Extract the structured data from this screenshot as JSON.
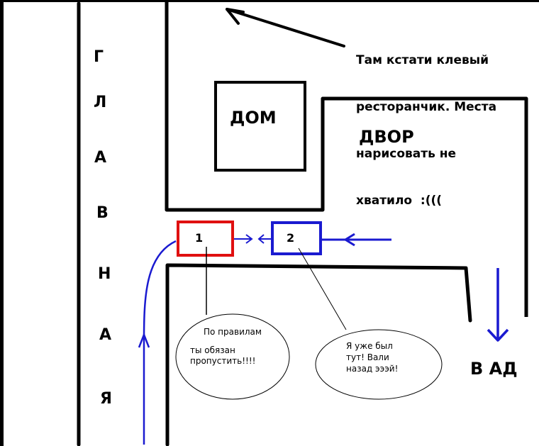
{
  "colors": {
    "ink": "#000000",
    "car1": "#e01010",
    "car2": "#1a1ad0",
    "path": "#1a1ad0",
    "background": "#ffffff"
  },
  "street": {
    "letters": [
      "Г",
      "Л",
      "А",
      "В",
      "Н",
      "А",
      "Я"
    ]
  },
  "labels": {
    "house": "ДОМ",
    "yard": "ДВОР",
    "to_hell": "В АД"
  },
  "note": {
    "lines": [
      "Там кстати клевый",
      "ресторанчик. Места",
      "нарисовать не",
      "хватило  :((("
    ]
  },
  "cars": [
    {
      "number": "1",
      "color_key": "car1"
    },
    {
      "number": "2",
      "color_key": "car2"
    }
  ],
  "bubbles": [
    {
      "lines": [
        "По правилам",
        "ты обязан",
        "пропустить!!!!"
      ]
    },
    {
      "lines": [
        "Я уже был",
        "тут! Вали",
        "назад эээй!"
      ]
    }
  ]
}
